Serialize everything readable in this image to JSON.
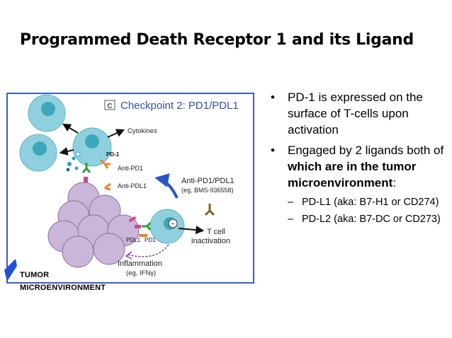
{
  "slide": {
    "title": "Programmed Death Receptor 1 and its Ligand"
  },
  "figure": {
    "panel_letter": "C",
    "panel_title": "Checkpoint 2: PD1/PDL1",
    "labels": {
      "cytokines": "Cytokines",
      "pd1": "PD-1",
      "anti_pd1": "Anti-PD1",
      "anti_pdl1": "Anti-PDL1",
      "anti_pd1_pdl1": "Anti-PD1/PDL1",
      "bms_example": "(eg, BMS-936558)",
      "pdl1_small": "PDL1",
      "pd1_small": "PD1",
      "t_cell": "T cell",
      "inactivation": "inactivation",
      "inflammation": "Inflammation",
      "ifn_example": "(eg, IFNγ)",
      "minus": "−"
    },
    "colors": {
      "border": "#3a5fbf",
      "title": "#2f4fb5",
      "t_cell": "#8fd0df",
      "nucleus": "#3ea6bd",
      "tumor": "#c9b6d8",
      "tumor_stroke": "#8c72a6",
      "arrow_blue": "#2a55c7",
      "antibody_orange": "#e8842a",
      "pd1_green": "#2f9e3a",
      "pdl1_pink": "#d4458c",
      "flag_blue": "#1f52d6"
    }
  },
  "tumor_label": {
    "line1": "TUMOR",
    "line2": "MICROENVIRONMENT"
  },
  "bullets": [
    {
      "text": "PD-1 is expressed on the surface of T-cells upon activation"
    },
    {
      "text_before": "Engaged by 2 ligands both of ",
      "bold": "which are in the tumor microenvironment",
      "text_after": ":",
      "sub": [
        {
          "text": "PD-L1 (aka: B7-H1 or CD274)"
        },
        {
          "text": "PD-L2 (aka: B7-DC or CD273)"
        }
      ]
    }
  ],
  "glyphs": {
    "bullet": "•",
    "dash": "–"
  }
}
